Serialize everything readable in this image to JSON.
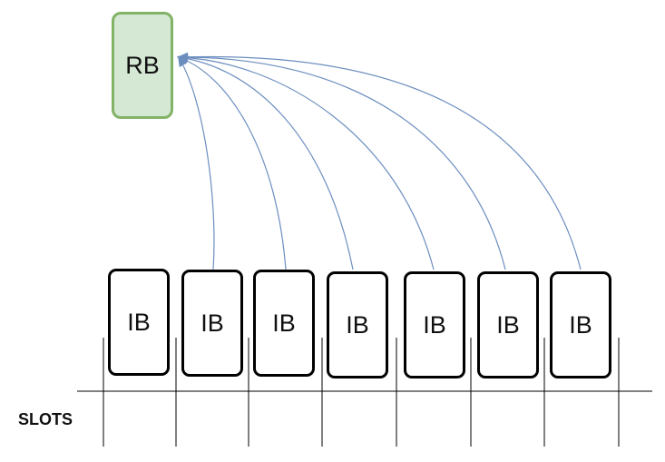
{
  "rb": {
    "label": "RB"
  },
  "ibs": [
    {
      "label": "IB"
    },
    {
      "label": "IB"
    },
    {
      "label": "IB"
    },
    {
      "label": "IB"
    },
    {
      "label": "IB"
    },
    {
      "label": "IB"
    },
    {
      "label": "IB"
    }
  ],
  "slots": {
    "label": "SLOTS"
  },
  "colors": {
    "rb_fill": "#d5e8d4",
    "rb_border": "#82b366",
    "arrow": "#6c8ebf",
    "ib_border": "#000000"
  }
}
